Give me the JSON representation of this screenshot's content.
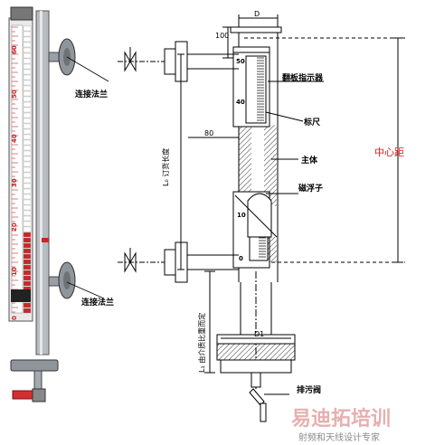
{
  "photo": {
    "scale_numbers": [
      "60",
      "50",
      "40",
      "30",
      "20",
      "10",
      "0"
    ],
    "colors": {
      "flap_red": "#c62828",
      "flap_white": "#ffffff",
      "steel": "#9aa0a6",
      "valve_red": "#d32f2f"
    }
  },
  "labels": {
    "flange_top": "连接法兰",
    "flange_bottom": "连接法兰",
    "indicator": "翻板指示器",
    "ruler": "标尺",
    "body": "主体",
    "float": "磁浮子",
    "center_distance": "中心距",
    "drain_valve": "排污阀",
    "order_length": "L₀ 订货长度",
    "l1_text": "L₁ 由介质比重而定"
  },
  "dims": {
    "d_top": "D",
    "d1": "D1",
    "h100": "100",
    "w80": "80"
  },
  "ruler_numbers": [
    "50",
    "40",
    "10",
    "0"
  ],
  "watermark": {
    "title": "易迪拓培训",
    "subtitle": "射频和天线设计专家"
  },
  "colors": {
    "line": "#000000",
    "accent_red": "#d0201f",
    "watermark_red": "#e2a3a3"
  }
}
